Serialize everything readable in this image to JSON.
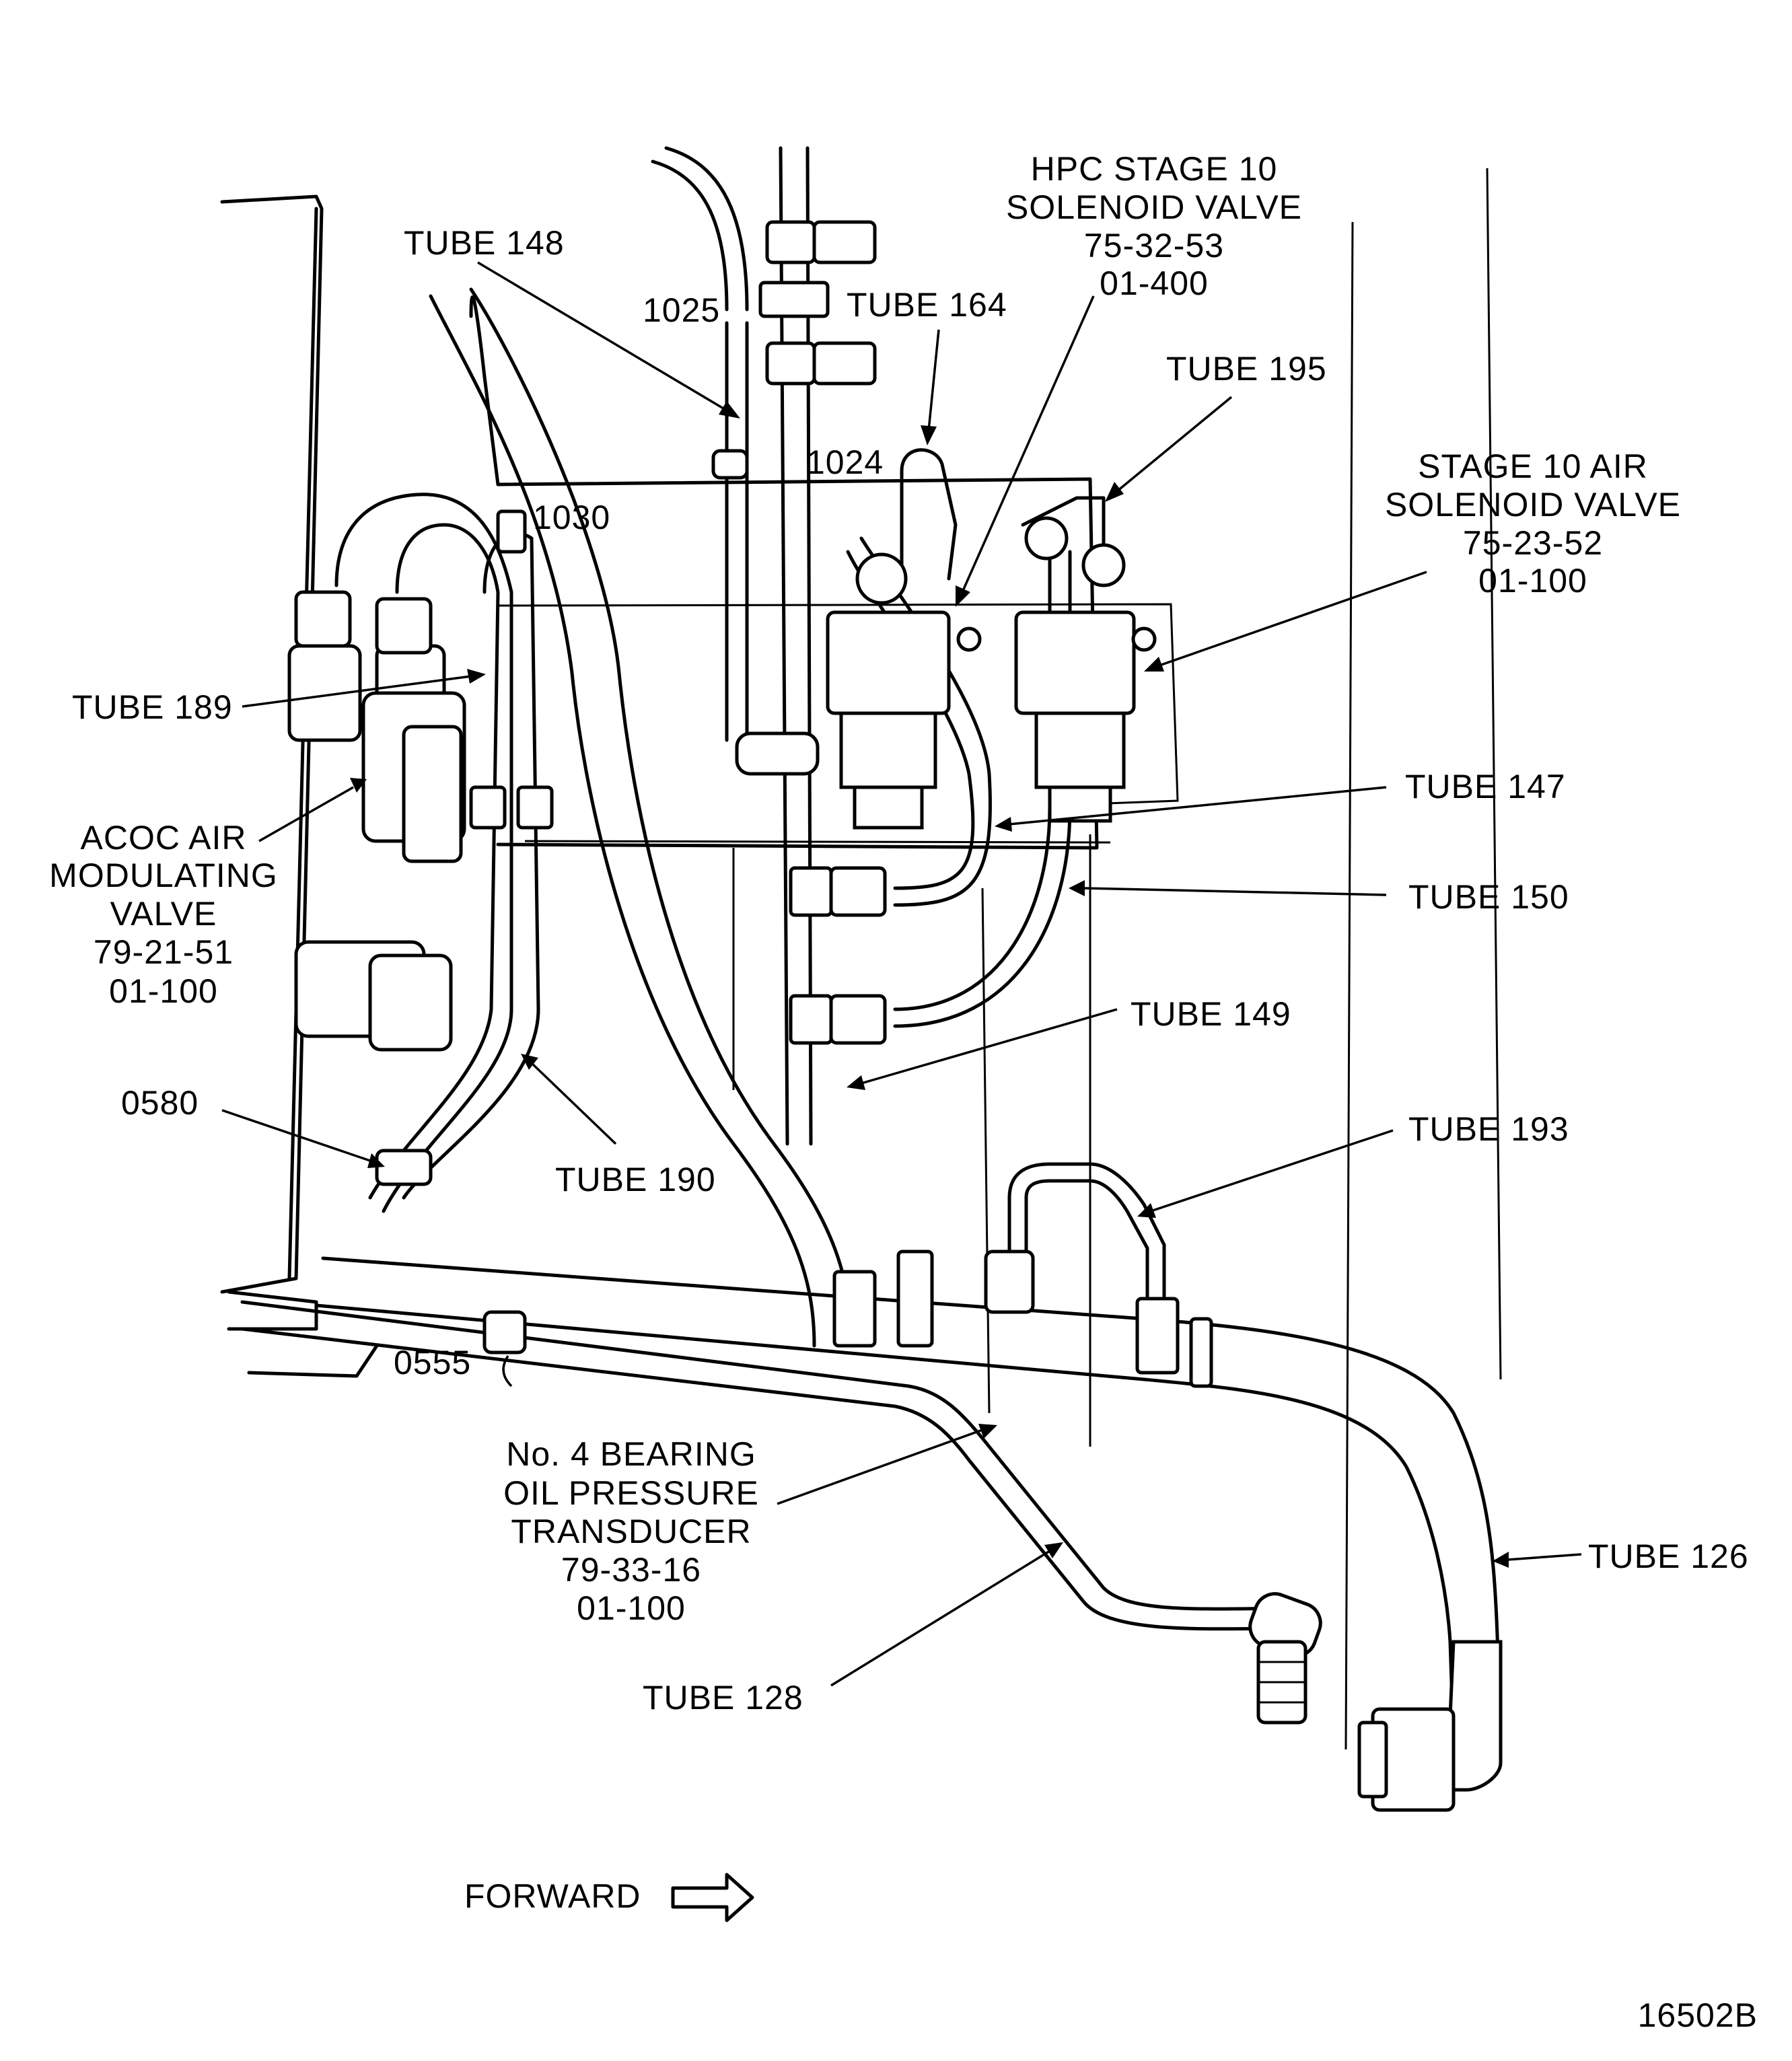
{
  "figure_id": "16502B",
  "direction_label": "FORWARD",
  "callouts": {
    "tube_148": "TUBE 148",
    "c1025": "1025",
    "tube_164": "TUBE 164",
    "hpc_valve": [
      "HPC STAGE 10",
      "SOLENOID VALVE",
      "75-32-53",
      "01-400"
    ],
    "tube_195": "TUBE 195",
    "c1024": "1024",
    "c1030": "1030",
    "stage10_valve": [
      "STAGE 10 AIR",
      "SOLENOID VALVE",
      "75-23-52",
      "01-100"
    ],
    "tube_189": "TUBE 189",
    "acoc_valve": [
      "ACOC AIR",
      "MODULATING",
      "VALVE",
      "79-21-51",
      "01-100"
    ],
    "tube_147": "TUBE 147",
    "tube_150": "TUBE 150",
    "tube_149": "TUBE 149",
    "c0580": "0580",
    "tube_190": "TUBE 190",
    "tube_193": "TUBE 193",
    "c0555": "0555",
    "transducer": [
      "No. 4 BEARING",
      "OIL PRESSURE",
      "TRANSDUCER",
      "79-33-16",
      "01-100"
    ],
    "tube_126": "TUBE 126",
    "tube_128": "TUBE 128"
  }
}
